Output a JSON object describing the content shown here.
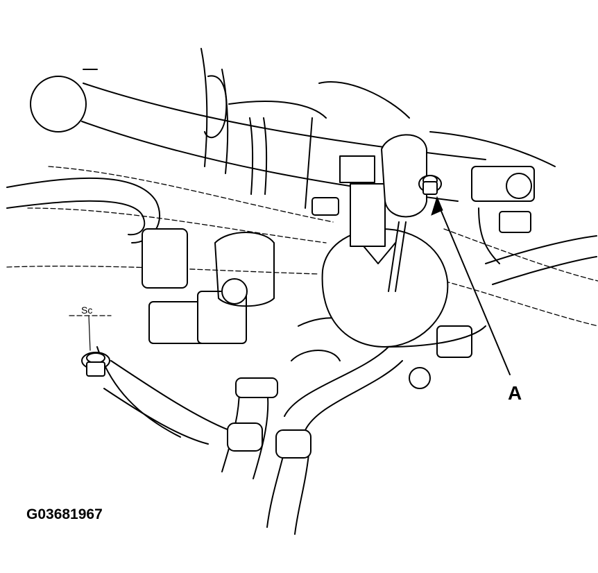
{
  "diagram": {
    "callouts": [
      {
        "id": "A",
        "label": "A"
      }
    ],
    "marks": [
      {
        "id": "sc",
        "label": "Sc"
      }
    ],
    "figure_id": "G03681967"
  }
}
